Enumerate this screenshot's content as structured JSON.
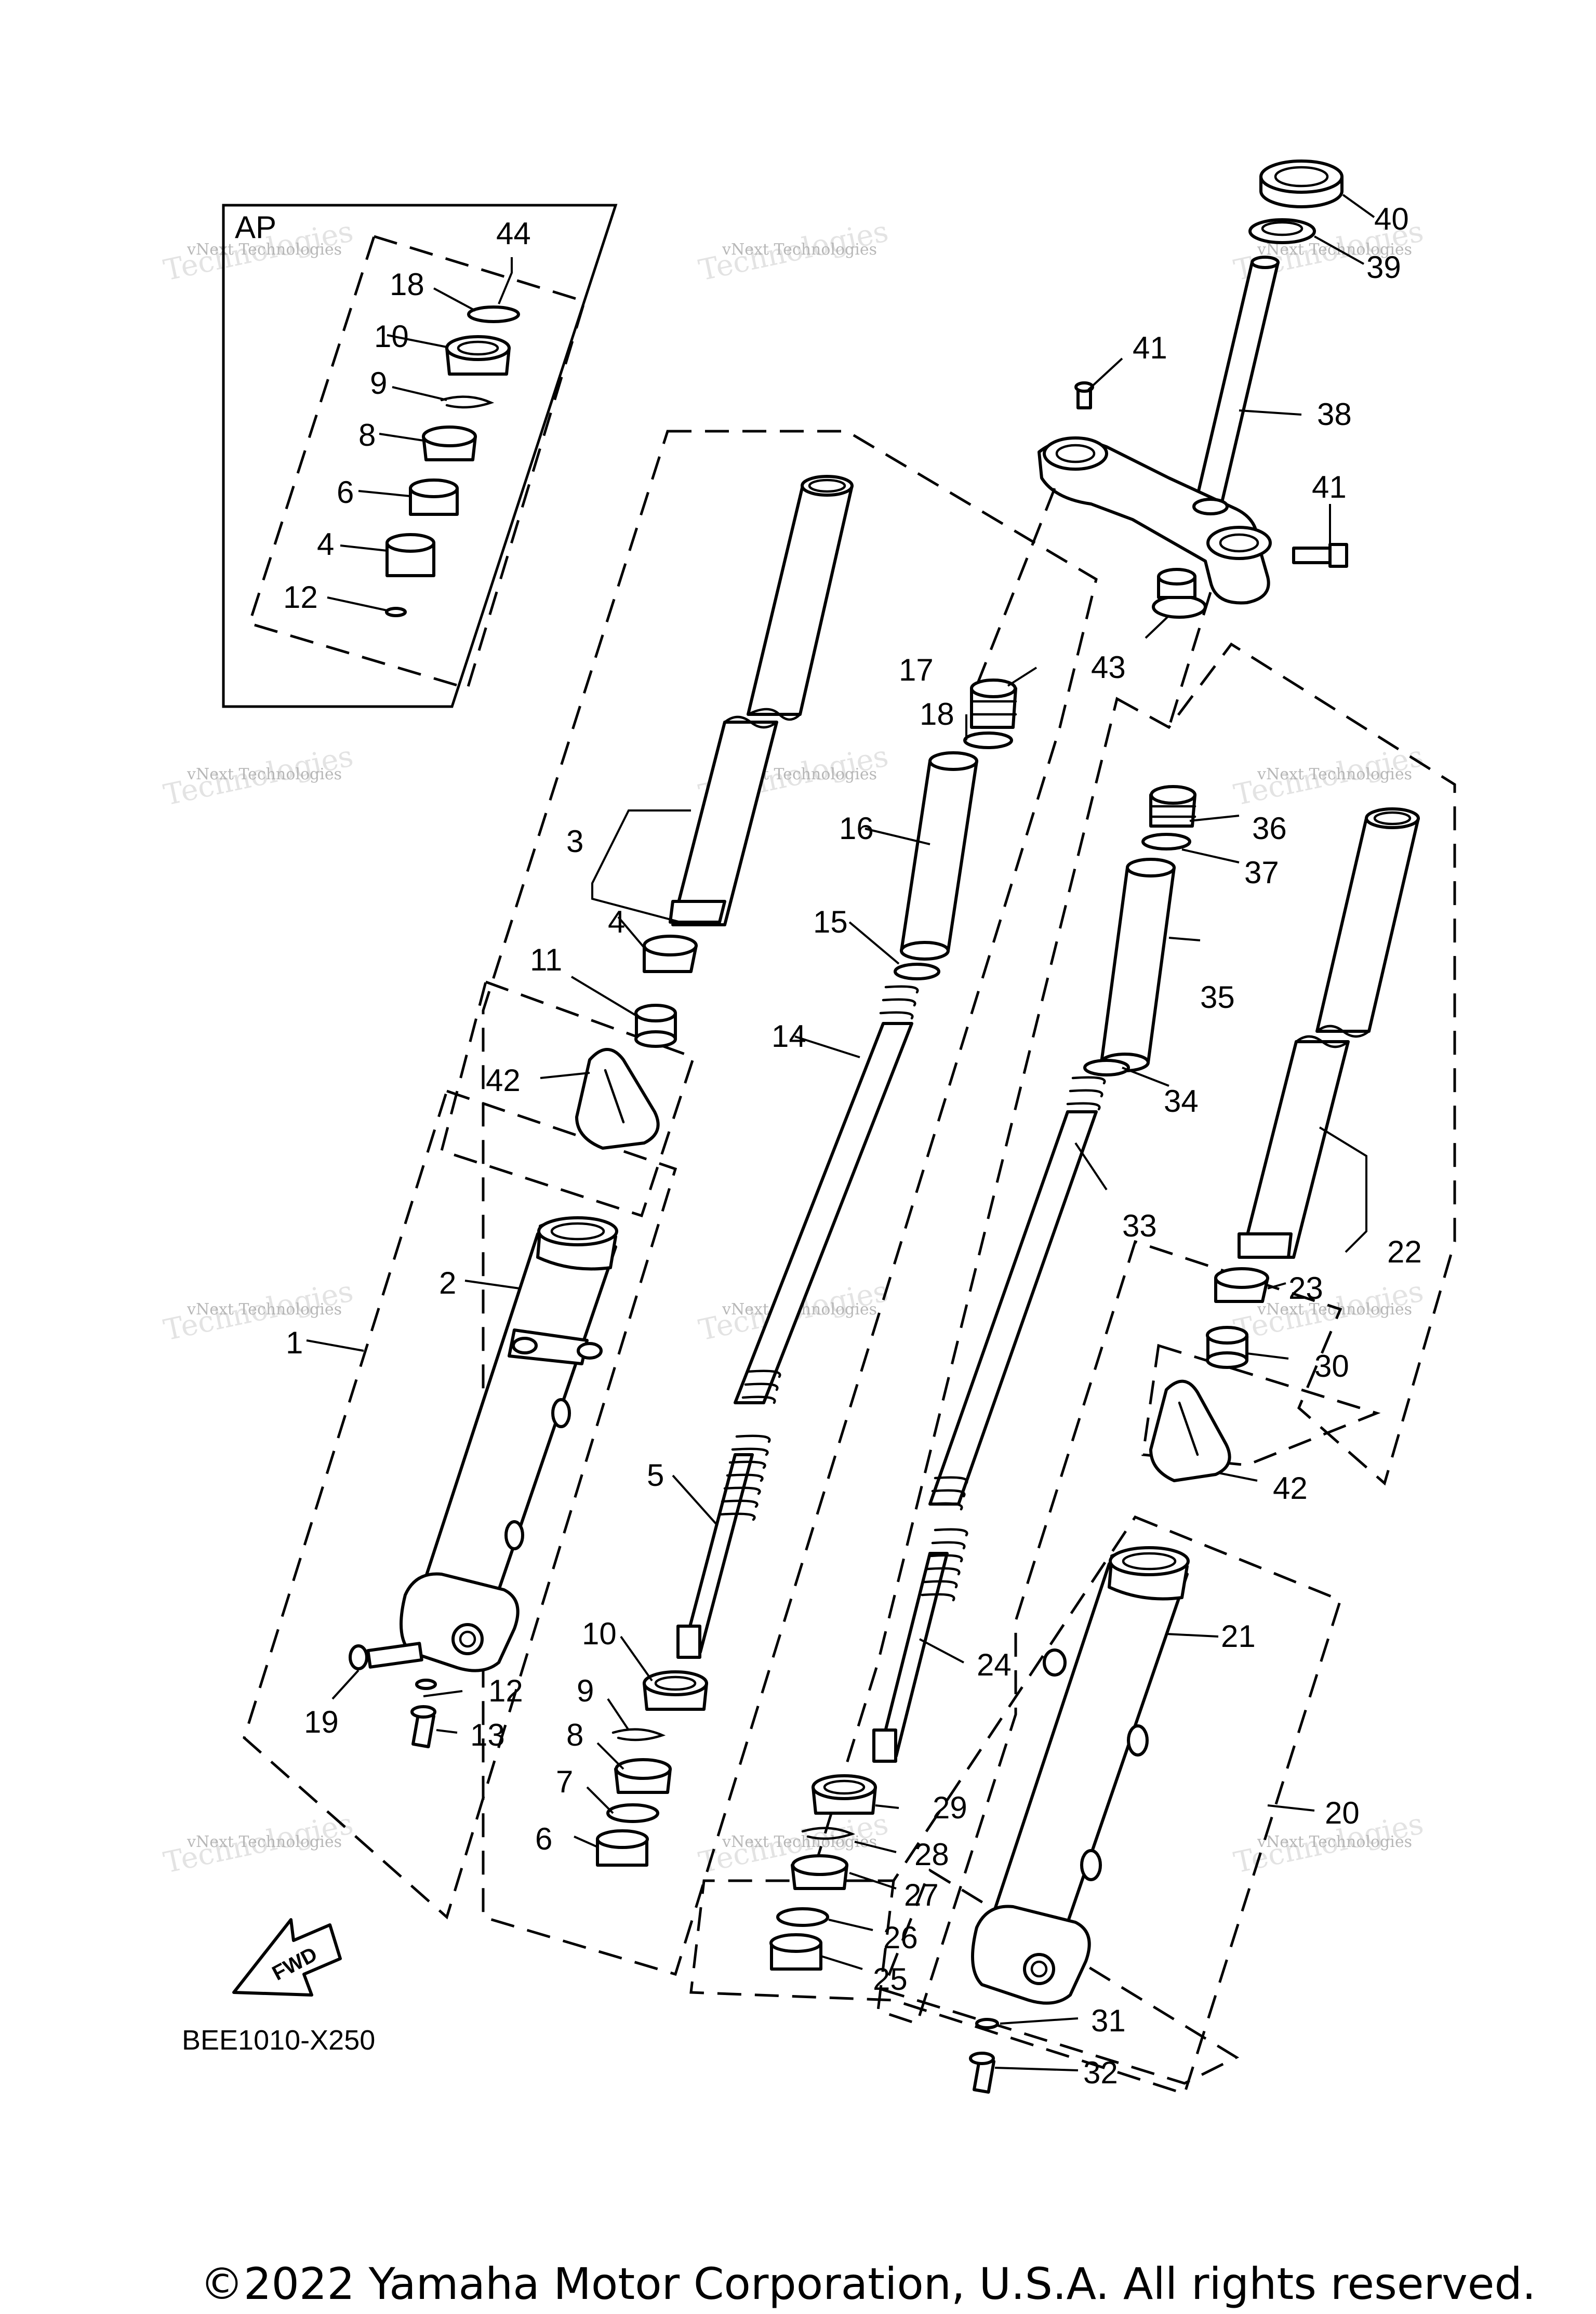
{
  "diagram": {
    "box_label": "AP",
    "part_code": "BEE1010-X250",
    "copyright": "©2022 Yamaha Motor Corporation, U.S.A. All rights reserved.",
    "fwd_label": "FWD",
    "watermark_line1": "vNext",
    "watermark_line2": "Technologies",
    "watermark_brand": "vNext Technologies",
    "callouts": [
      {
        "id": "c44",
        "text": "44"
      },
      {
        "id": "c18a",
        "text": "18"
      },
      {
        "id": "c10a",
        "text": "10"
      },
      {
        "id": "c9a",
        "text": "9"
      },
      {
        "id": "c8a",
        "text": "8"
      },
      {
        "id": "c6a",
        "text": "6"
      },
      {
        "id": "c4a",
        "text": "4"
      },
      {
        "id": "c12a",
        "text": "12"
      },
      {
        "id": "c40",
        "text": "40"
      },
      {
        "id": "c39",
        "text": "39"
      },
      {
        "id": "c41a",
        "text": "41"
      },
      {
        "id": "c38",
        "text": "38"
      },
      {
        "id": "c41b",
        "text": "41"
      },
      {
        "id": "c43",
        "text": "43"
      },
      {
        "id": "c17",
        "text": "17"
      },
      {
        "id": "c18b",
        "text": "18"
      },
      {
        "id": "c16",
        "text": "16"
      },
      {
        "id": "c15",
        "text": "15"
      },
      {
        "id": "c14",
        "text": "14"
      },
      {
        "id": "c3",
        "text": "3"
      },
      {
        "id": "c4b",
        "text": "4"
      },
      {
        "id": "c11",
        "text": "11"
      },
      {
        "id": "c42a",
        "text": "42"
      },
      {
        "id": "c2",
        "text": "2"
      },
      {
        "id": "c1",
        "text": "1"
      },
      {
        "id": "c5",
        "text": "5"
      },
      {
        "id": "c10b",
        "text": "10"
      },
      {
        "id": "c9b",
        "text": "9"
      },
      {
        "id": "c8b",
        "text": "8"
      },
      {
        "id": "c7",
        "text": "7"
      },
      {
        "id": "c6b",
        "text": "6"
      },
      {
        "id": "c12b",
        "text": "12"
      },
      {
        "id": "c19",
        "text": "19"
      },
      {
        "id": "c13",
        "text": "13"
      },
      {
        "id": "c36",
        "text": "36"
      },
      {
        "id": "c37",
        "text": "37"
      },
      {
        "id": "c35",
        "text": "35"
      },
      {
        "id": "c34",
        "text": "34"
      },
      {
        "id": "c33",
        "text": "33"
      },
      {
        "id": "c22",
        "text": "22"
      },
      {
        "id": "c23",
        "text": "23"
      },
      {
        "id": "c30",
        "text": "30"
      },
      {
        "id": "c42b",
        "text": "42"
      },
      {
        "id": "c21",
        "text": "21"
      },
      {
        "id": "c24",
        "text": "24"
      },
      {
        "id": "c29",
        "text": "29"
      },
      {
        "id": "c28",
        "text": "28"
      },
      {
        "id": "c27",
        "text": "27"
      },
      {
        "id": "c26",
        "text": "26"
      },
      {
        "id": "c25",
        "text": "25"
      },
      {
        "id": "c20",
        "text": "20"
      },
      {
        "id": "c31",
        "text": "31"
      },
      {
        "id": "c32",
        "text": "32"
      }
    ]
  }
}
